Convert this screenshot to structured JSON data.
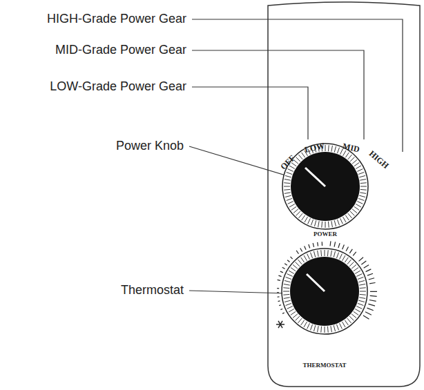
{
  "diagram": {
    "labels": [
      "HIGH-Grade Power Gear",
      "MID-Grade Power Gear",
      "LOW-Grade Power Gear",
      "OFF",
      "LOW",
      "MID",
      "HIGH",
      "Power Knob",
      "POWER",
      "Thermostat",
      "THERMOSTAT"
    ]
  }
}
